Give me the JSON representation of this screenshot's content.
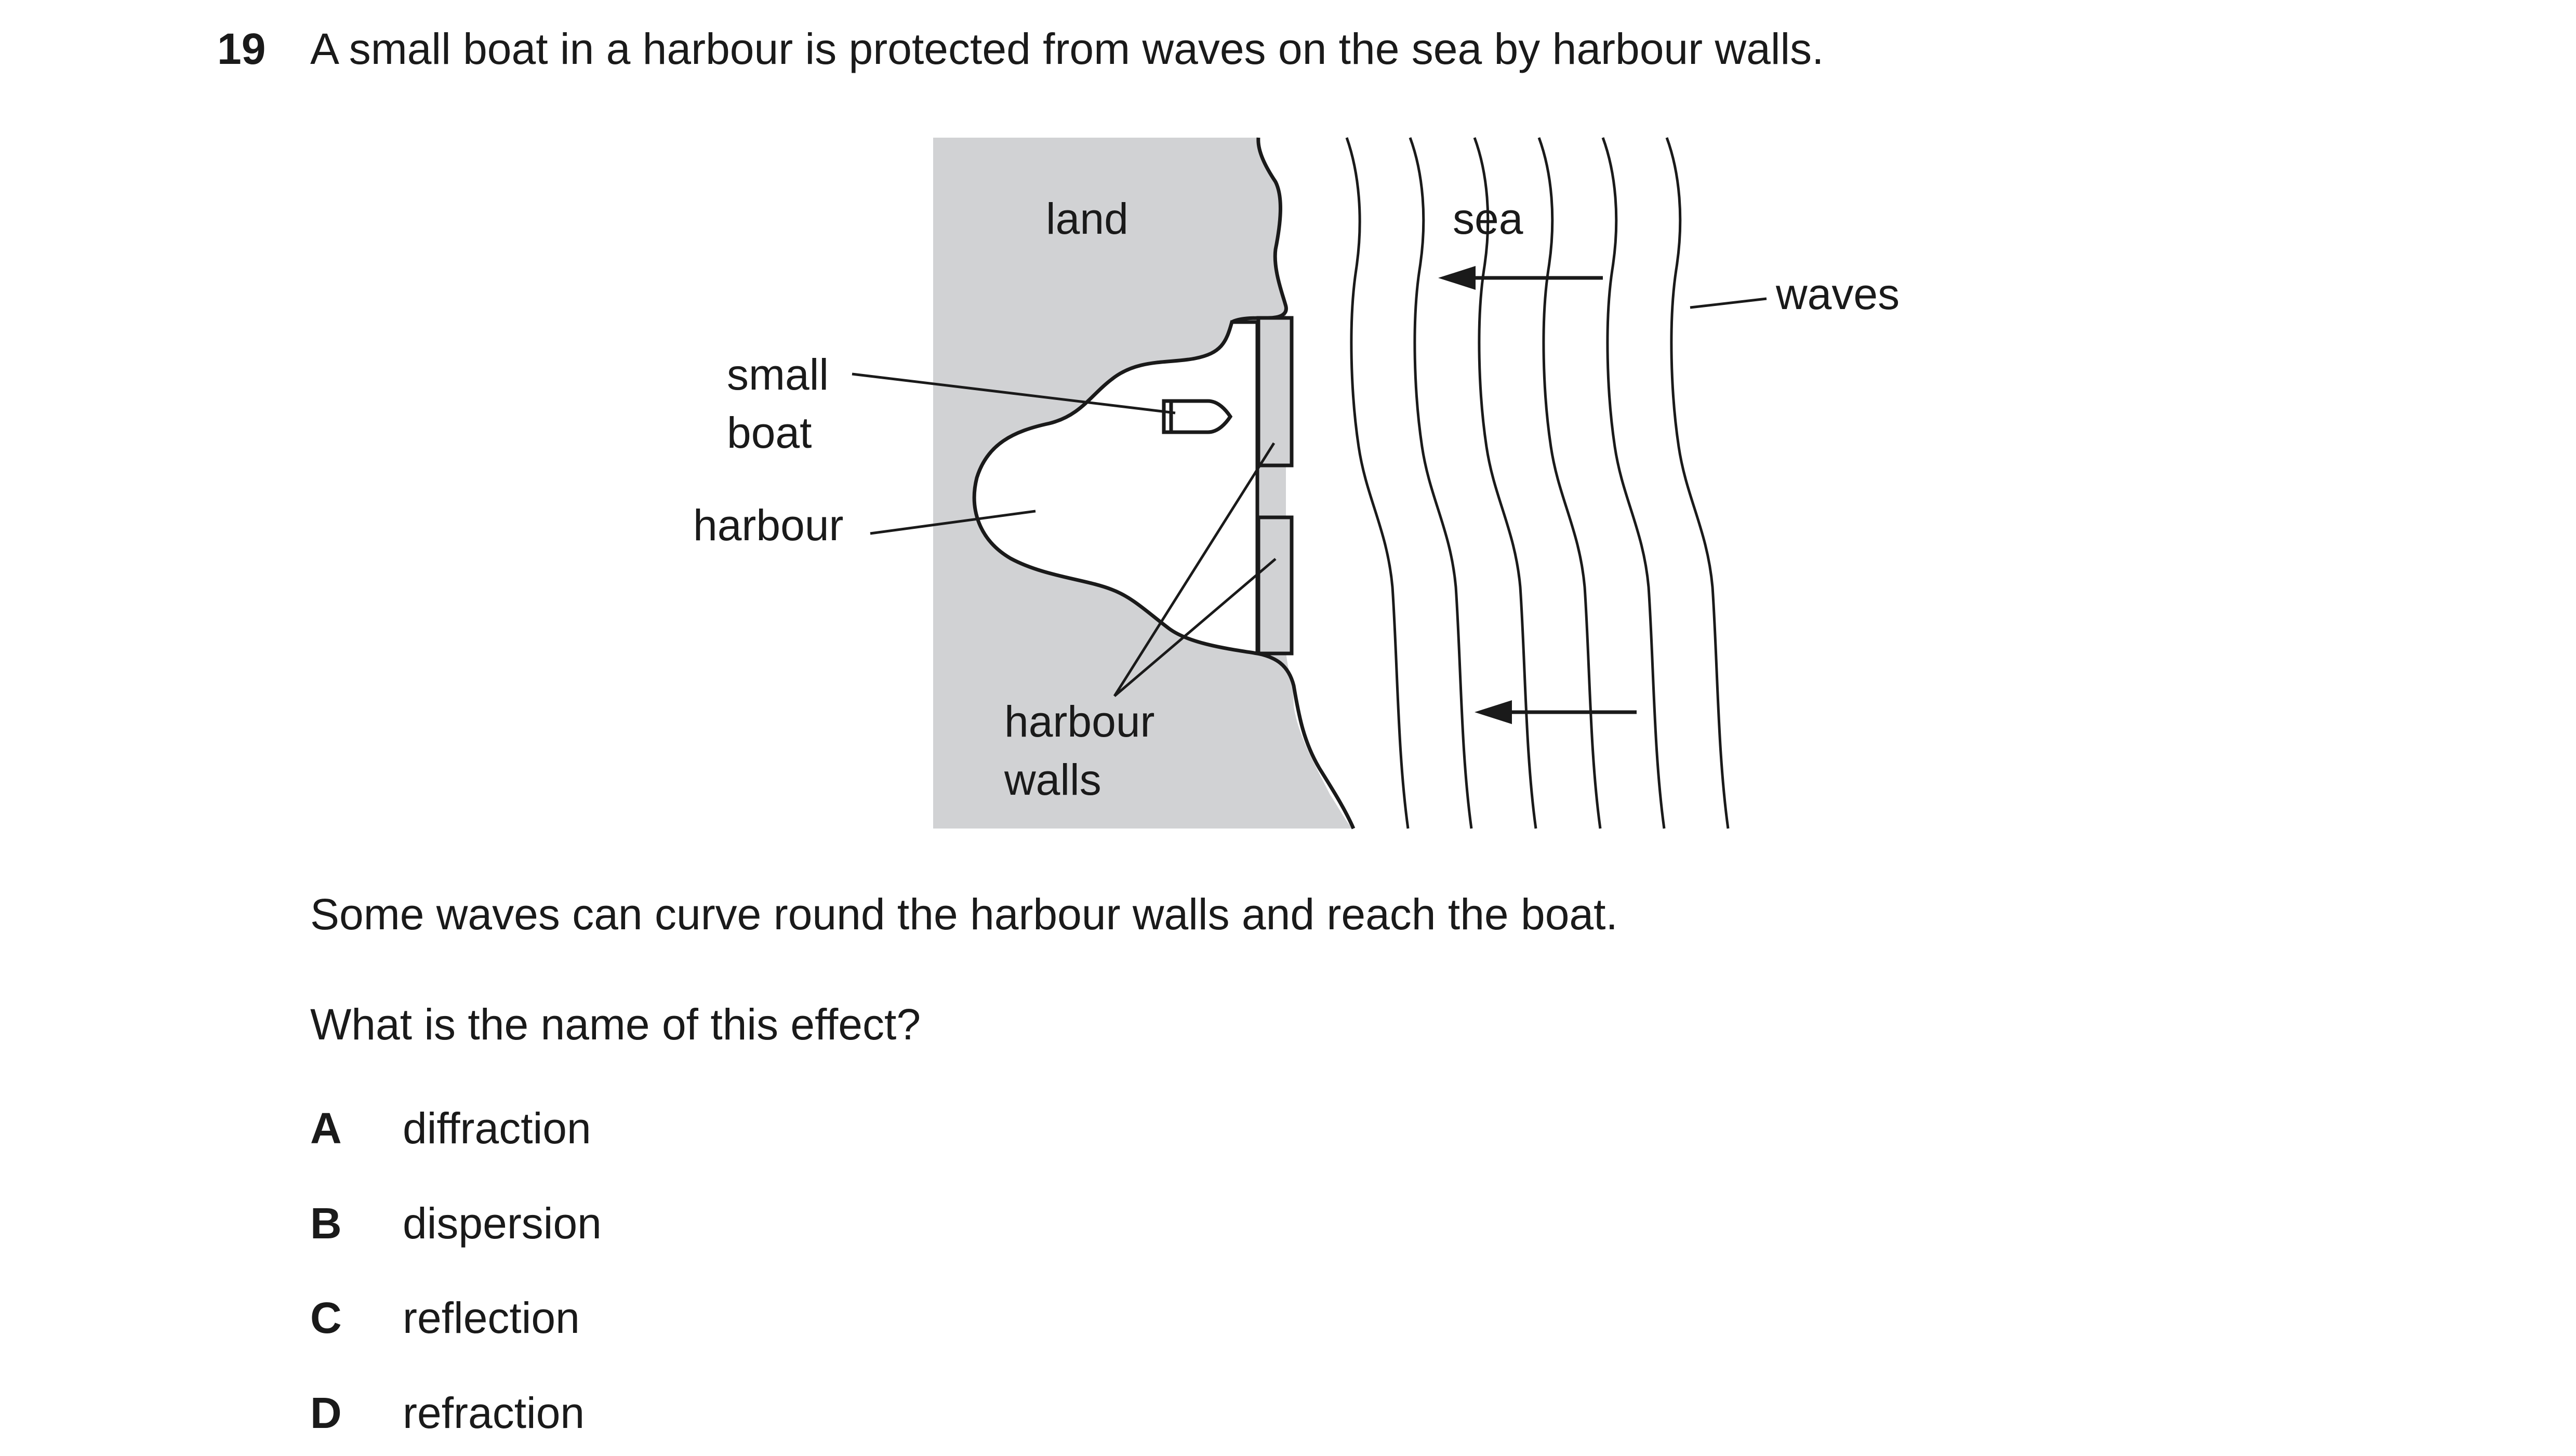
{
  "question": {
    "number": "19",
    "stem": "A small boat in a harbour is protected from waves on the sea by harbour walls."
  },
  "figure": {
    "labels": {
      "land": "land",
      "sea": "sea",
      "waves": "waves",
      "small": "small",
      "boat": "boat",
      "harbour": "harbour",
      "harbour_walls_line1": "harbour",
      "harbour_walls_line2": "walls"
    },
    "colors": {
      "land_fill": "#d1d2d4",
      "line": "#1a1a1a"
    }
  },
  "body": {
    "statement": "Some waves can curve round the harbour walls and reach the boat.",
    "prompt": "What is the name of this effect?"
  },
  "options": [
    {
      "letter": "A",
      "text": "diffraction"
    },
    {
      "letter": "B",
      "text": "dispersion"
    },
    {
      "letter": "C",
      "text": "reflection"
    },
    {
      "letter": "D",
      "text": "refraction"
    }
  ]
}
